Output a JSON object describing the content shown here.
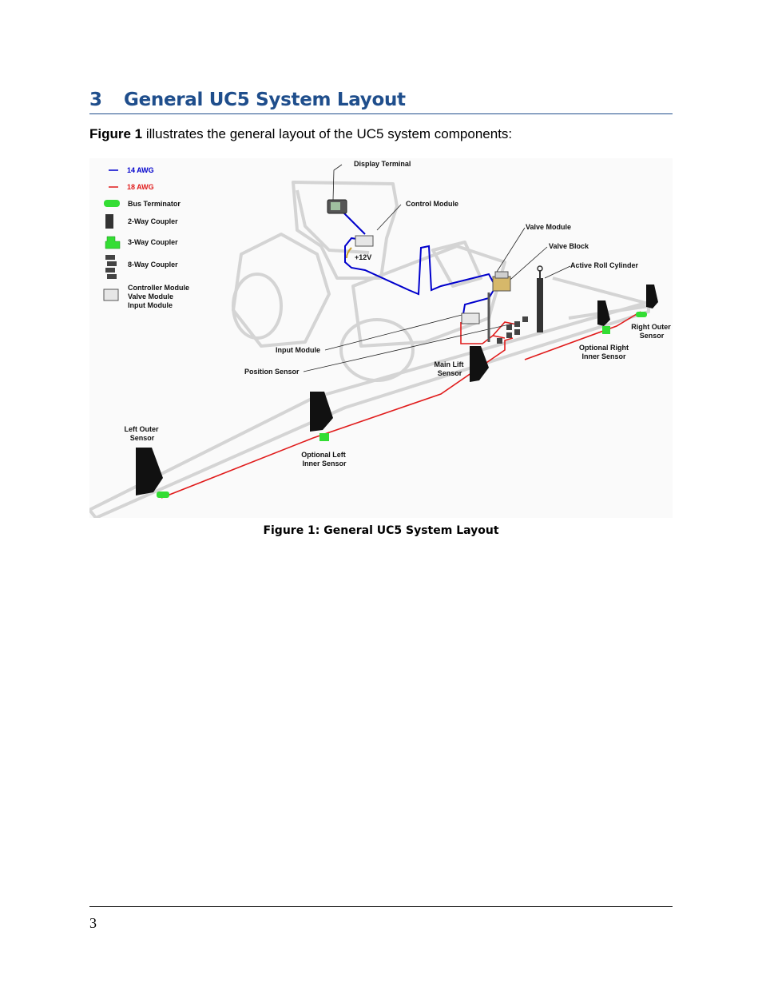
{
  "section": {
    "number": "3",
    "title": "General UC5 System Layout"
  },
  "intro": {
    "ref": "Figure 1",
    "text": " illustrates the general layout of the UC5 system components:"
  },
  "legend": {
    "awg14": "14 AWG",
    "awg18": "18 AWG",
    "bus_terminator": "Bus Terminator",
    "two_way": "2-Way Coupler",
    "three_way": "3-Way Coupler",
    "eight_way": "8-Way Coupler",
    "modules_1": "Controller Module",
    "modules_2": "Valve Module",
    "modules_3": "Input Module",
    "color_14": "#0000cc",
    "color_18": "#e01b1b",
    "color_coupler_green": "#33dd33"
  },
  "labels": {
    "display_terminal": "Display Terminal",
    "control_module": "Control Module",
    "valve_module": "Valve Module",
    "valve_block": "Valve Block",
    "active_roll": "Active Roll Cylinder",
    "plus12v": "+12V",
    "right_outer_1": "Right Outer",
    "right_outer_2": "Sensor",
    "opt_right_1": "Optional Right",
    "opt_right_2": "Inner Sensor",
    "input_module": "Input Module",
    "position_sensor": "Position Sensor",
    "main_lift_1": "Main Lift",
    "main_lift_2": "Sensor",
    "left_outer_1": "Left Outer",
    "left_outer_2": "Sensor",
    "opt_left_1": "Optional Left",
    "opt_left_2": "Inner Sensor"
  },
  "caption": "Figure 1: General UC5 System Layout",
  "page_number": "3"
}
